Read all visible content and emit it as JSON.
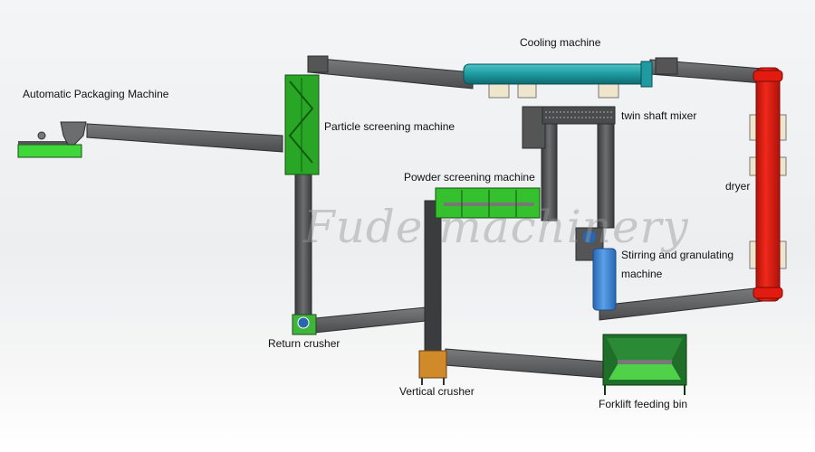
{
  "labels": {
    "packaging": "Automatic Packaging Machine",
    "particle_screening": "Particle screening machine",
    "cooling": "Cooling machine",
    "twin_shaft_mixer": "twin shaft mixer",
    "powder_screening": "Powder screening machine",
    "dryer": "dryer",
    "stirring_line1": "Stirring and granulating",
    "stirring_line2": "machine",
    "return_crusher": "Return crusher",
    "vertical_crusher": "Vertical crusher",
    "forklift_bin": "Forklift feeding bin"
  },
  "watermark": "Fude machinery",
  "colors": {
    "conveyor": "#5f6062",
    "conveyor_edge": "#2c2d2e",
    "green_machine": "#2fb52a",
    "cooling": "#1e9aa0",
    "dryer": "#e21b10",
    "granulator": "#3a86d8",
    "crusher": "#d08a2a"
  }
}
